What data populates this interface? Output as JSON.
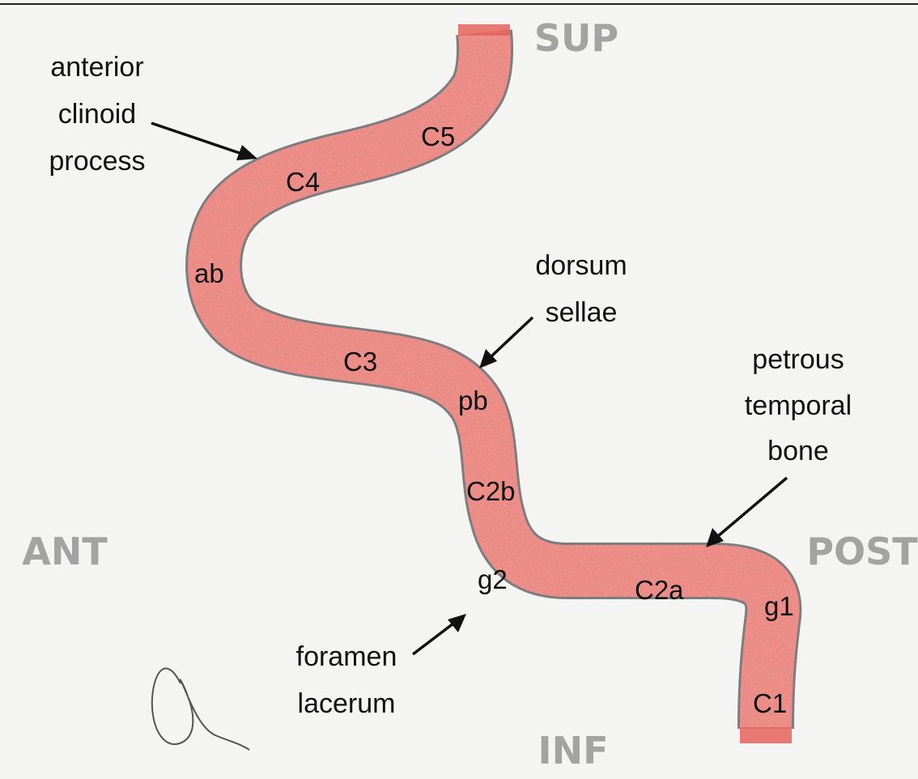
{
  "orientation": {
    "sup": "SUP",
    "inf": "INF",
    "ant": "ANT",
    "post": "POST"
  },
  "segments": {
    "c1": "C1",
    "g1": "g1",
    "c2a": "C2a",
    "g2": "g2",
    "c2b": "C2b",
    "pb": "pb",
    "c3": "C3",
    "ab": "ab",
    "c4": "C4",
    "c5": "C5"
  },
  "landmarks": {
    "anterior_clinoid": [
      "anterior",
      "clinoid",
      "process"
    ],
    "dorsum_sellae": [
      "dorsum",
      "sellae"
    ],
    "petrous_temporal": [
      "petrous",
      "temporal",
      "bone"
    ],
    "foramen_lacerum": [
      "foramen",
      "lacerum"
    ]
  },
  "colors": {
    "vessel_fill": "#e4625a",
    "vessel_outline": "#7d7d80",
    "orientation_text": "#a3a3a3",
    "background": "#f4f4f3"
  },
  "icons": {
    "signature": "artist-signature-icon"
  }
}
